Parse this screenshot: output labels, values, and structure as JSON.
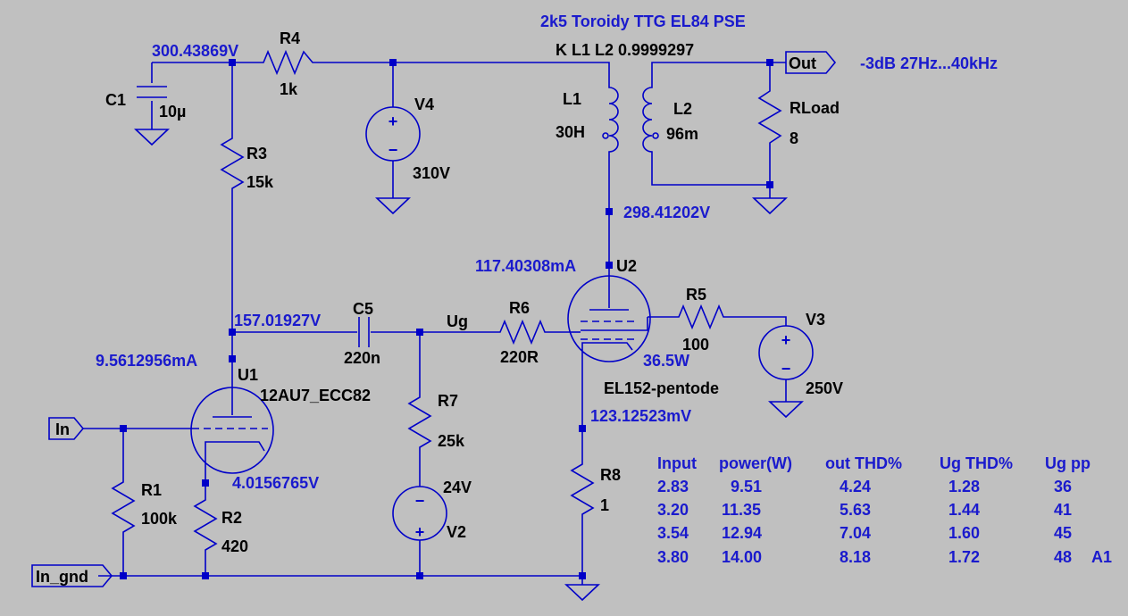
{
  "title": "2k5 Toroidy TTG EL84 PSE",
  "coupling": "K L1 L2 0.9999297",
  "bandwidth": "-3dB   27Hz...40kHz",
  "ports": {
    "in": "In",
    "in_gnd": "In_gnd",
    "out": "Out"
  },
  "components": {
    "C1": {
      "name": "C1",
      "value": "10µ"
    },
    "R4": {
      "name": "R4",
      "value": "1k"
    },
    "R3": {
      "name": "R3",
      "value": "15k"
    },
    "V4": {
      "name": "V4",
      "value": "310V"
    },
    "L1": {
      "name": "L1",
      "value": "30H"
    },
    "L2": {
      "name": "L2",
      "value": "96m"
    },
    "RLoad": {
      "name": "RLoad",
      "value": "8"
    },
    "C5": {
      "name": "C5",
      "value": "220n"
    },
    "Ug": {
      "name": "Ug"
    },
    "R6": {
      "name": "R6",
      "value": "220R"
    },
    "U2": {
      "name": "U2",
      "model": "EL152-pentode"
    },
    "R5": {
      "name": "R5",
      "value": "100"
    },
    "V3": {
      "name": "V3",
      "value": "250V"
    },
    "U1": {
      "name": "U1",
      "model": "12AU7_ECC82"
    },
    "R7": {
      "name": "R7",
      "value": "25k"
    },
    "V2": {
      "name": "V2",
      "value": "24V"
    },
    "R1": {
      "name": "R1",
      "value": "100k"
    },
    "R2": {
      "name": "R2",
      "value": "420"
    },
    "R8": {
      "name": "R8",
      "value": "1"
    }
  },
  "probes": {
    "b_plus": "300.43869V",
    "out_plate": "298.41202V",
    "u2_current": "117.40308mA",
    "u1_plate": "157.01927V",
    "u1_current": "9.5612956mA",
    "u2_power": "36.5W",
    "u2_cathode": "123.12523mV",
    "u1_cathode": "4.0156765V"
  },
  "table": {
    "headers": [
      "Input",
      "power(W)",
      "out THD%",
      "Ug THD%",
      "Ug pp"
    ],
    "rows": [
      [
        "2.83",
        "9.51",
        "4.24",
        "1.28",
        "36",
        ""
      ],
      [
        "3.20",
        "11.35",
        "5.63",
        "1.44",
        "41",
        ""
      ],
      [
        "3.54",
        "12.94",
        "7.04",
        "1.60",
        "45",
        ""
      ],
      [
        "3.80",
        "14.00",
        "8.18",
        "1.72",
        "48",
        "A1"
      ]
    ]
  }
}
